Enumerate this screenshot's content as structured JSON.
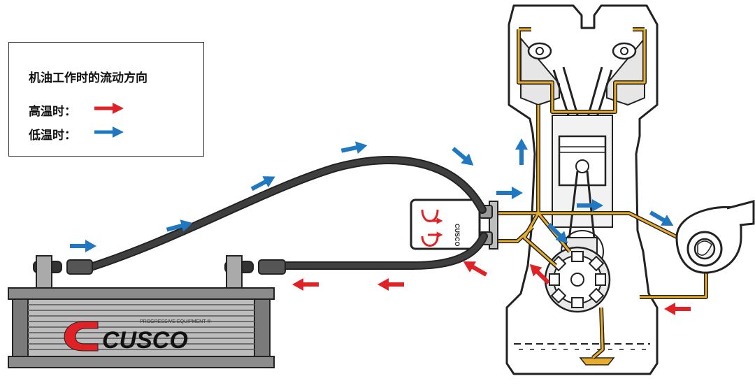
{
  "legend": {
    "title": "机油工作时的流动方向",
    "high_temp_label": "高温时：",
    "low_temp_label": "低温时：",
    "high_temp_color": "#e02227",
    "low_temp_color": "#1f78c1"
  },
  "cooler": {
    "brand": "CUSCO",
    "tagline": "PROGRESSIVE EQUIPMENT ®"
  },
  "thermostat_block": {
    "brand": "CUSCO"
  },
  "colors": {
    "oil_line": "#e7ac2c",
    "hose": "#3a3a3a",
    "outline": "#222222",
    "cooler_body": "#8c8c8c",
    "cooler_fins": "#bdbdbd"
  },
  "icons": [
    "oil-cooler-icon",
    "engine-icon",
    "turbocharger-icon",
    "oil-pump-icon",
    "thermostat-block-icon"
  ]
}
